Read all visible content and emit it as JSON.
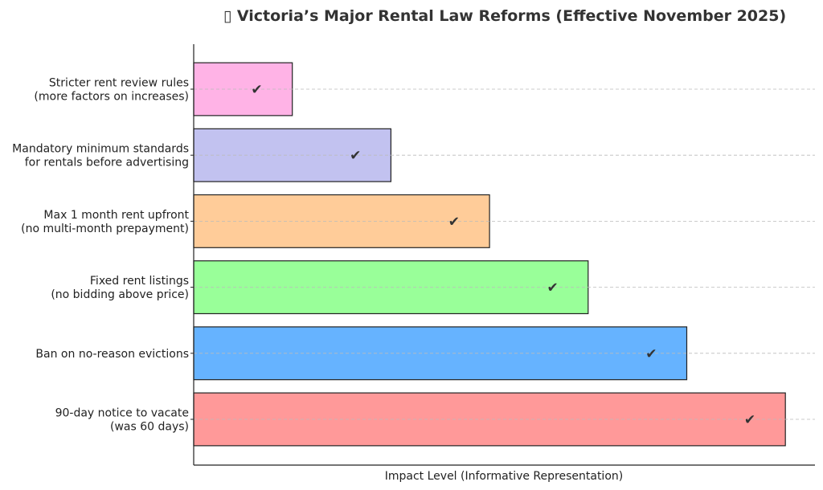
{
  "chart_data": {
    "type": "bar",
    "orientation": "horizontal",
    "title": "▯ Victoria’s Major Rental Law Reforms (Effective November 2025)",
    "xlabel": "Impact Level (Informative Representation)",
    "ylabel": "",
    "xlim": [
      0,
      6.3
    ],
    "grid": "y-dashed",
    "categories": [
      "90-day notice to vacate\n(was 60 days)",
      "Ban on no-reason evictions",
      "Fixed rent listings\n(no bidding above price)",
      "Max 1 month rent upfront\n(no multi-month prepayment)",
      "Mandatory minimum standards\nfor rentals before advertising",
      "Stricter rent review rules\n(more factors on increases)"
    ],
    "values": [
      6,
      5,
      4,
      3,
      2,
      1
    ],
    "colors": [
      "#ff9999",
      "#66b3ff",
      "#99ff99",
      "#ffcc99",
      "#c2c2f0",
      "#ffb3e6"
    ],
    "bar_label": "✔"
  }
}
